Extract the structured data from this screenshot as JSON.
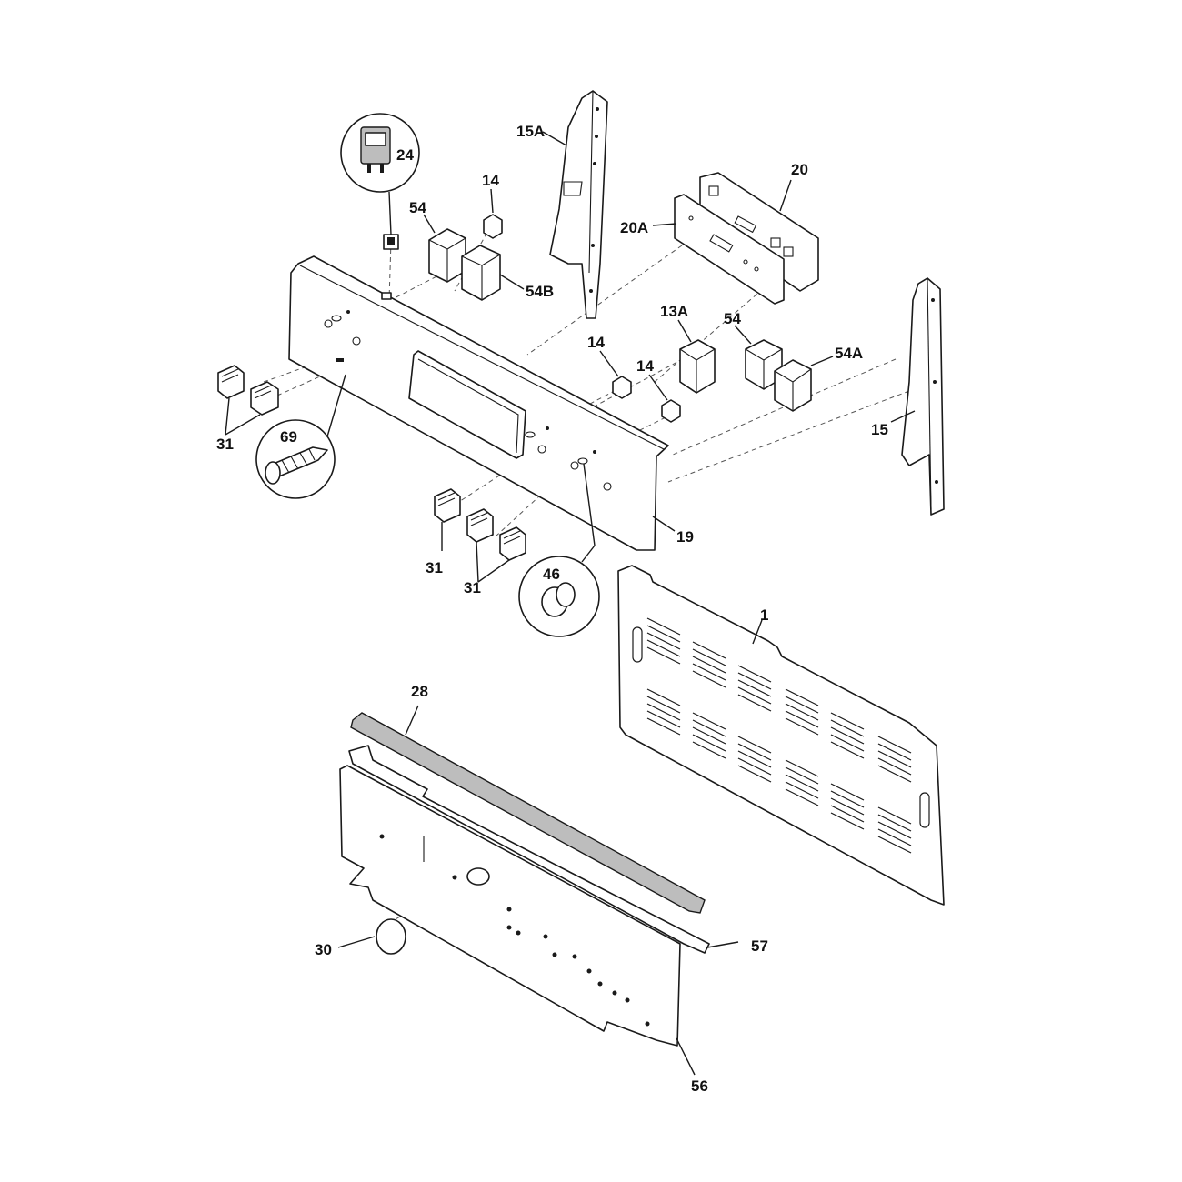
{
  "callouts": {
    "c24": "24",
    "c15A": "15A",
    "c14_top": "14",
    "c20": "20",
    "c20A": "20A",
    "c54_top": "54",
    "c54B": "54B",
    "c13A": "13A",
    "c54_mid": "54",
    "c54A": "54A",
    "c14_mid_a": "14",
    "c14_mid_b": "14",
    "c15": "15",
    "c31_left": "31",
    "c69": "69",
    "c19": "19",
    "c31_mid_a": "31",
    "c31_mid_b": "31",
    "c46": "46",
    "c1": "1",
    "c28": "28",
    "c57": "57",
    "c30": "30",
    "c56": "56"
  }
}
